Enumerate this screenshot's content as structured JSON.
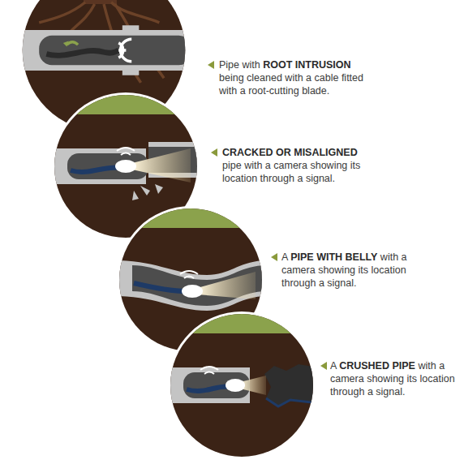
{
  "diagram": {
    "labels": [
      "Pipe with ROOT INTRUSION being cleaned with a cable fitted with a root-cutting blade.",
      "CRACKED OR MISALIGNED pipe with a camera showing its location through a signal.",
      "A PIPE WITH BELLY with a camera showing its location through a signal.",
      "A CRUSHED PIPE with a camera showing its location through a signal."
    ]
  }
}
